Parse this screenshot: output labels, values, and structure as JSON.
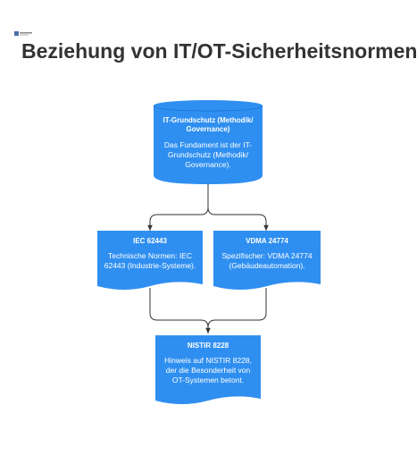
{
  "header": {
    "logo_text": "Schutz",
    "title": "Beziehung von IT/OT-Sicherheitsnormen"
  },
  "colors": {
    "node_fill": "#2f8ff0",
    "node_text": "#ffffff",
    "edge": "#333333",
    "title": "#333333"
  },
  "nodes": {
    "grundschutz": {
      "title": "IT-Grundschutz (Methodik/ Governance)",
      "body": "Das Fundament ist der IT-Grundschutz (Methodik/ Governance)."
    },
    "iec": {
      "title": "IEC 62443",
      "body": "Technische Normen: IEC 62443 (Industrie-Systeme)."
    },
    "vdma": {
      "title": "VDMA 24774",
      "body": "Spezifischer: VDMA 24774 (Gebäudeautomation)."
    },
    "nistir": {
      "title": "NISTIR 8228",
      "body": "Hinweis auf NISTIR 8228, der die Besonderheit von OT-Systemen betont."
    }
  }
}
